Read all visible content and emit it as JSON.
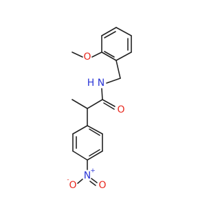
{
  "molecule": {
    "colors": {
      "bond": "#222222",
      "oxygen": "#e8281e",
      "nitrogen": "#2a35d6",
      "background": "#ffffff"
    },
    "labels": {
      "methoxy_o": "O",
      "amide_n": "N",
      "amide_h": "H",
      "carbonyl_o": "O",
      "nitro_n": "N",
      "nitro_n_charge": "+",
      "nitro_o_left": "O",
      "nitro_o_left_charge": "-",
      "nitro_o_right": "O"
    }
  }
}
